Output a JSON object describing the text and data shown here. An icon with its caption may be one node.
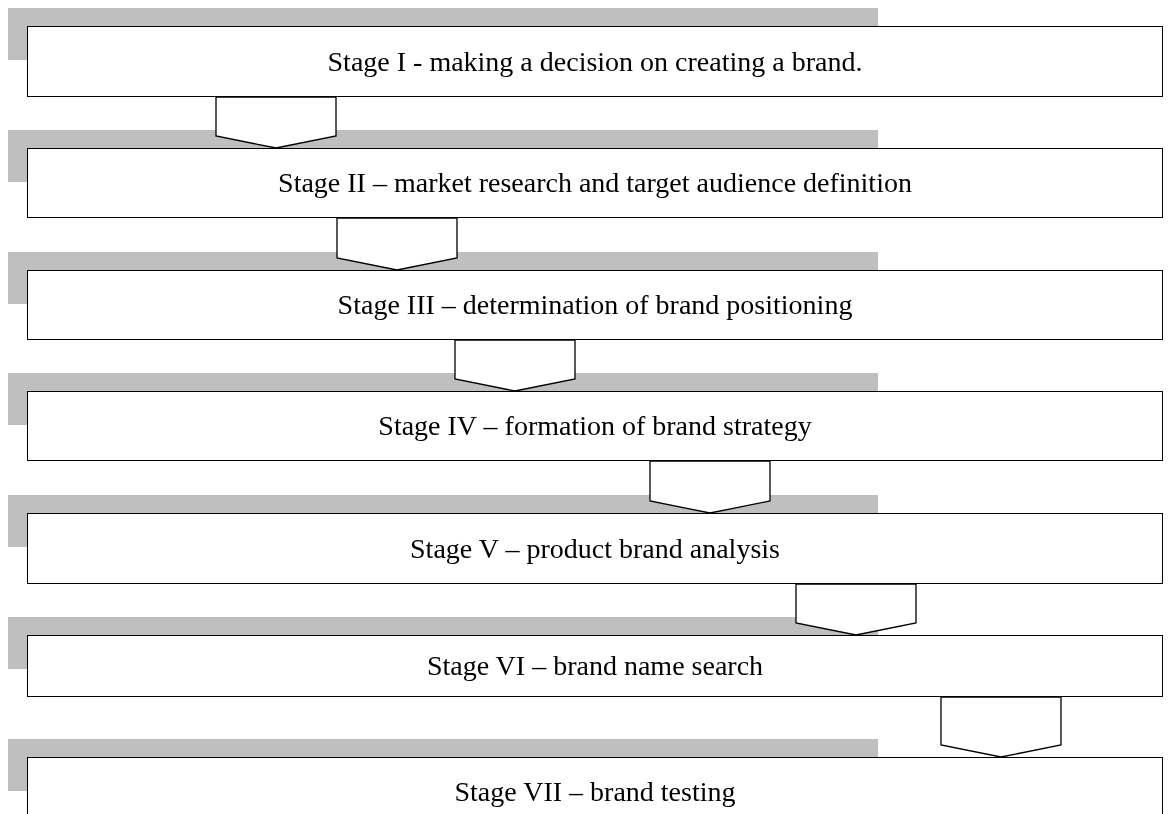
{
  "diagram": {
    "nodes": [
      {
        "text": [
          "Stage I - making a decision on creating a brand."
        ]
      },
      {
        "text": [
          "Stage II – market research and target audience definition"
        ]
      },
      {
        "text": [
          "Stage III – determination of brand positioning"
        ]
      },
      {
        "text": [
          "Stage IV – formation of brand strategy"
        ]
      },
      {
        "text": [
          "Stage V – product brand analysis"
        ]
      },
      {
        "text": [
          "Stage VI – brand name search"
        ]
      },
      {
        "text": [
          "Stage VII – brand testing"
        ]
      }
    ],
    "edges": [
      {
        "from": 0,
        "to": 1,
        "arrow": "to"
      },
      {
        "from": 1,
        "to": 2,
        "arrow": "to"
      },
      {
        "from": 2,
        "to": 3,
        "arrow": "to"
      },
      {
        "from": 3,
        "to": 4,
        "arrow": "to"
      },
      {
        "from": 4,
        "to": 5,
        "arrow": "to"
      },
      {
        "from": 5,
        "to": 6,
        "arrow": "to"
      }
    ]
  }
}
